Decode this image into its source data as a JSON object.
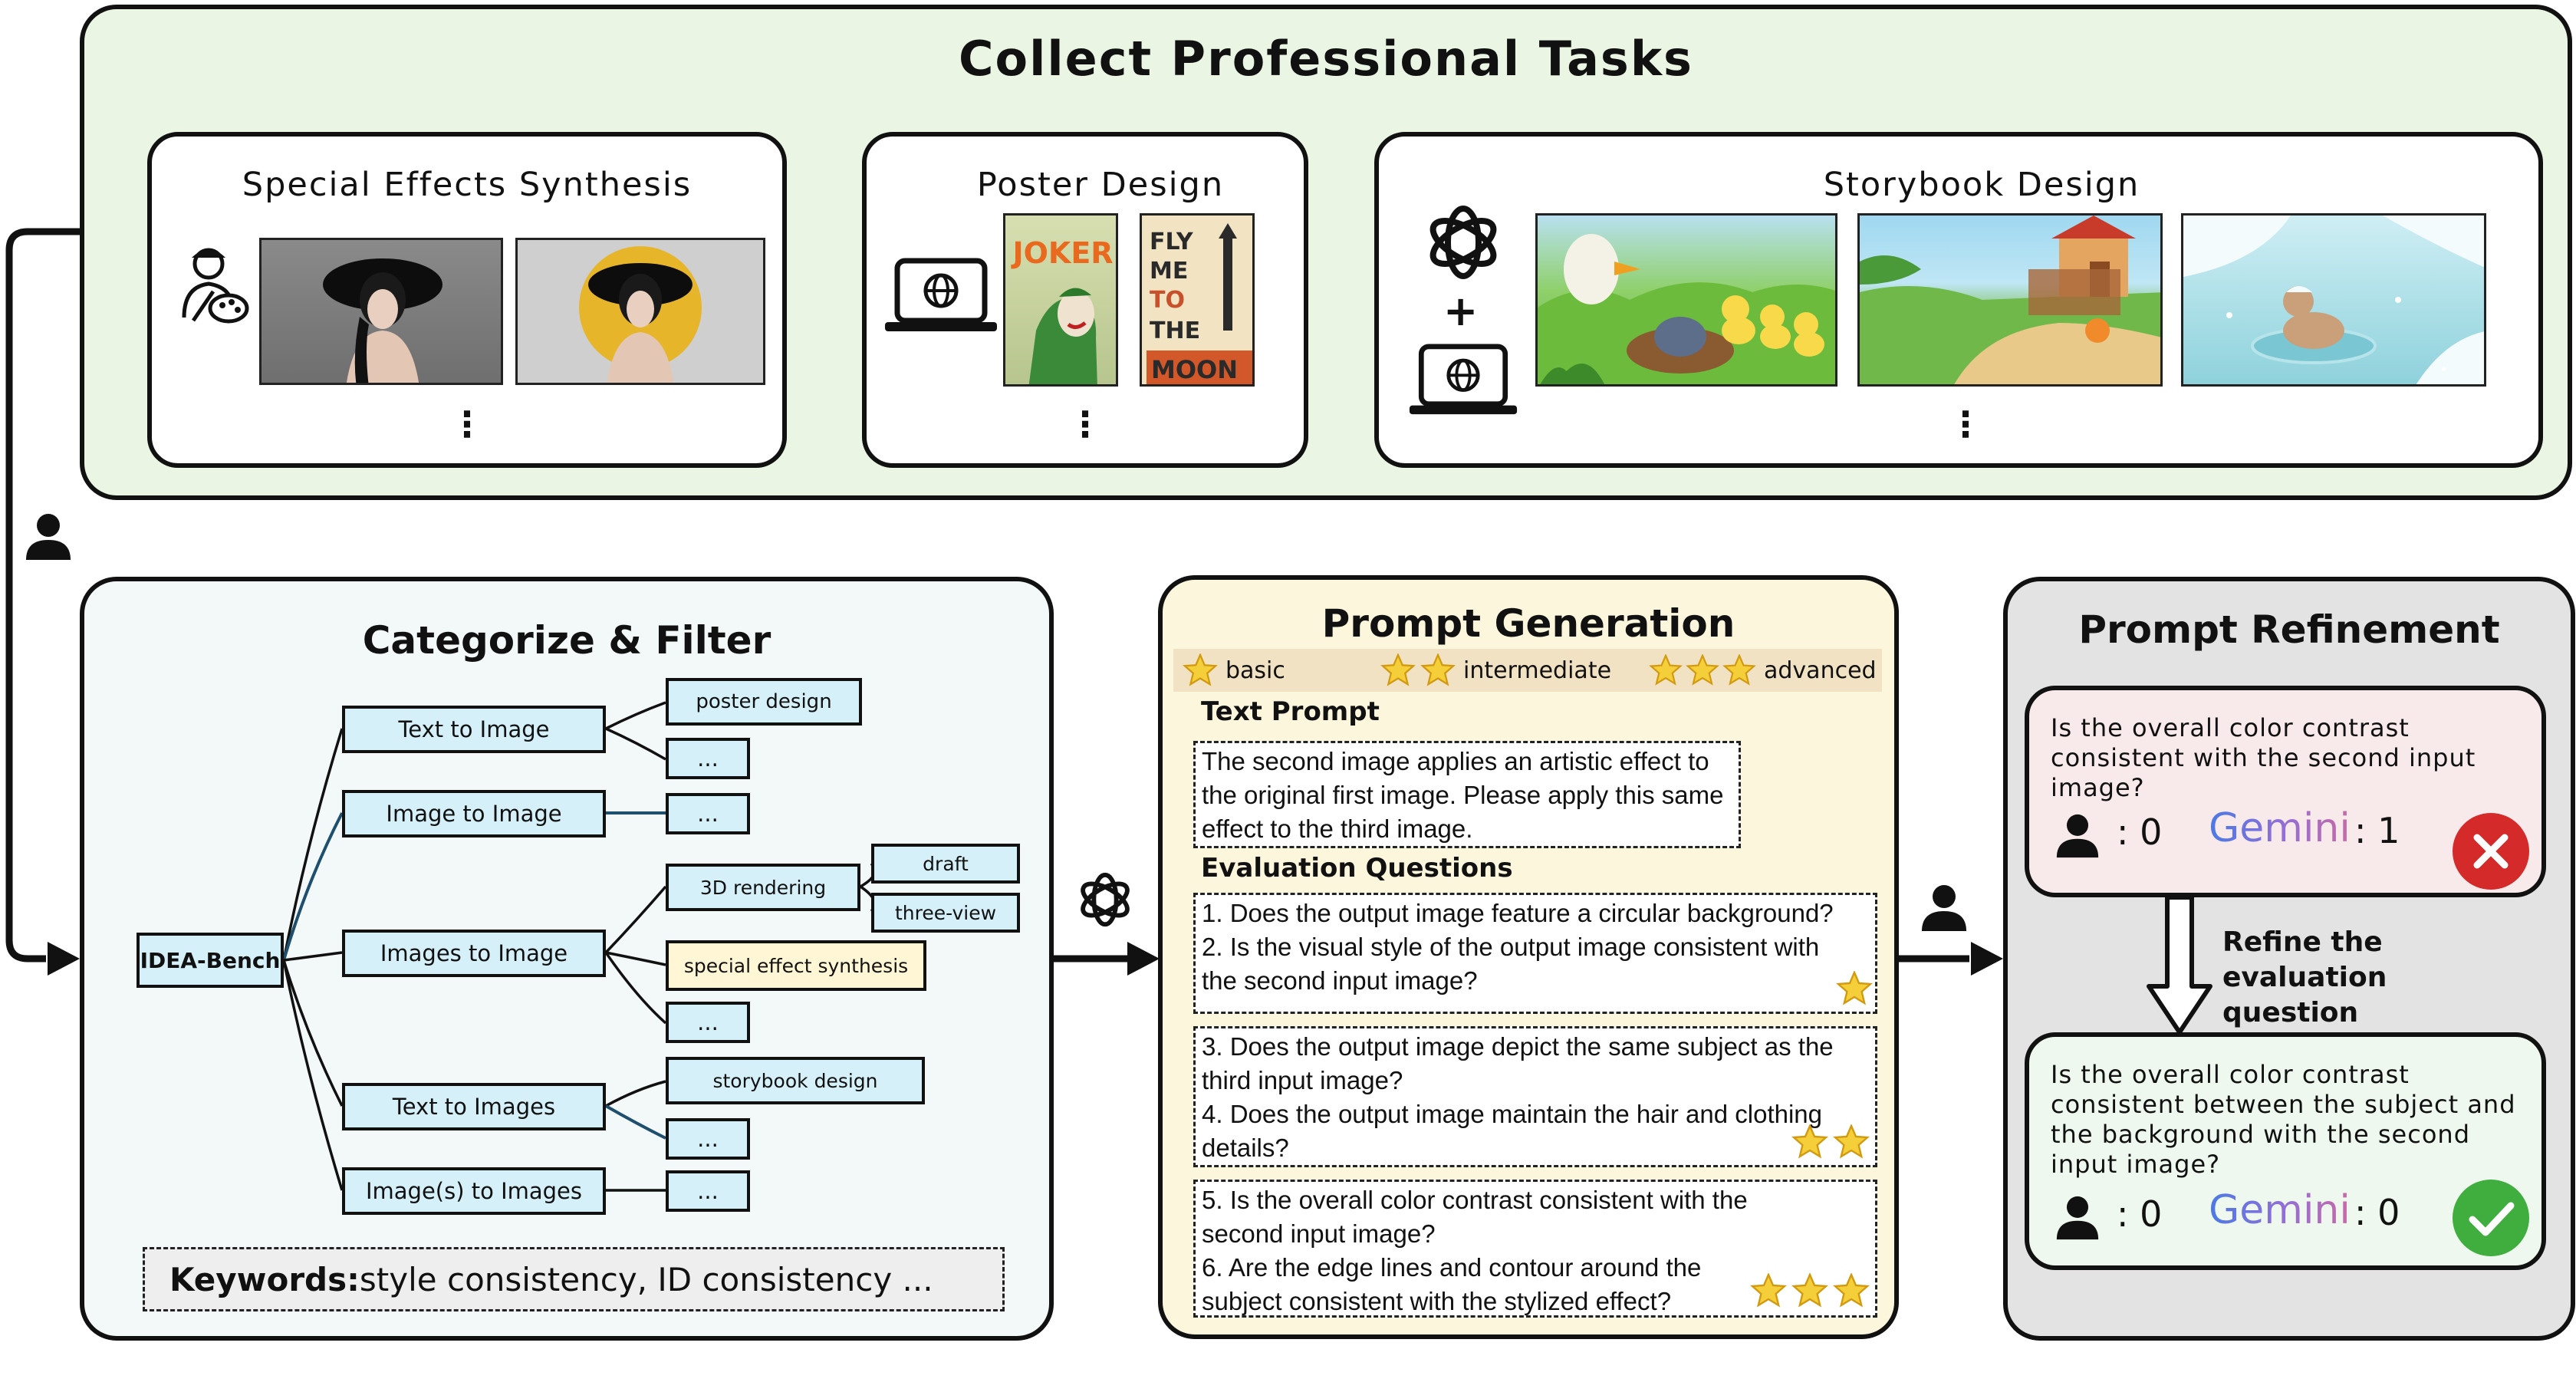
{
  "collect": {
    "title": "Collect Professional Tasks",
    "special": {
      "title": "Special Effects Synthesis",
      "ellipsis": "⋮"
    },
    "poster": {
      "title": "Poster Design",
      "ellipsis": "⋮",
      "poster1_text": "JOKER",
      "poster2_text": "FLY ME TO THE MOON"
    },
    "storybook": {
      "title": "Storybook Design",
      "ellipsis": "⋮",
      "plus": "+"
    }
  },
  "categorize": {
    "title": "Categorize & Filter",
    "root": "IDEA-Bench",
    "categories": [
      "Text to Image",
      "Image to Image",
      "Images to Image",
      "Text to Images",
      "Image(s) to Images"
    ],
    "leaves": {
      "poster_design": "poster design",
      "ellipsis": "...",
      "rendering_3d": "3D rendering",
      "draft": "draft",
      "three_view": "three-view",
      "special_effect": "special effect synthesis",
      "storybook": "storybook design"
    },
    "keywords_label": "Keywords:",
    "keywords_text": " style consistency, ID consistency ..."
  },
  "generation": {
    "title": "Prompt Generation",
    "levels": {
      "basic": "basic",
      "intermediate": "intermediate",
      "advanced": "advanced"
    },
    "text_prompt_label": "Text Prompt",
    "text_prompt": "The second image applies an artistic effect to the original first image. Please apply this same effect to the third image.",
    "eval_label": "Evaluation Questions",
    "q1": "1. Does the output image feature a circular background?",
    "q2": "2. Is the visual style of the output image consistent with the second input image?",
    "q3": "3. Does the output image depict the same subject as the third input image?",
    "q4": "4. Does the output image maintain the hair and clothing details?",
    "q5": "5. Is the overall color contrast consistent with the second input image?",
    "q6": "6. Are the edge lines and contour around the subject consistent with the stylized effect?"
  },
  "refinement": {
    "title": "Prompt Refinement",
    "q_before": "Is the overall color contrast consistent with the second input image?",
    "q_after": "Is the overall color contrast consistent between the subject and the background with the second input image?",
    "refine_label": "Refine the evaluation question",
    "colon_zero": ": 0",
    "gemini": "Gemini",
    "gemini_before": ": 1",
    "gemini_after": ": 0"
  },
  "colors": {
    "top_panel_bg": "#eaf5e3",
    "cat_panel_bg": "#f3f9f8",
    "gen_panel_bg": "#fcf6dc",
    "ref_panel_bg": "#e3e3e3",
    "node_blue": "#d5f0f8",
    "node_yellow": "#fff6d6",
    "wrong_red": "#d42a2a",
    "right_green": "#3fae3f",
    "before_card": "#f8eaea",
    "after_card": "#eef8ee"
  },
  "icons": [
    "artist-palette-icon",
    "laptop-globe-icon",
    "openai-logo-icon",
    "plus-icon",
    "person-icon",
    "star-icon",
    "cross-icon",
    "check-icon",
    "gemini-logo-icon"
  ]
}
